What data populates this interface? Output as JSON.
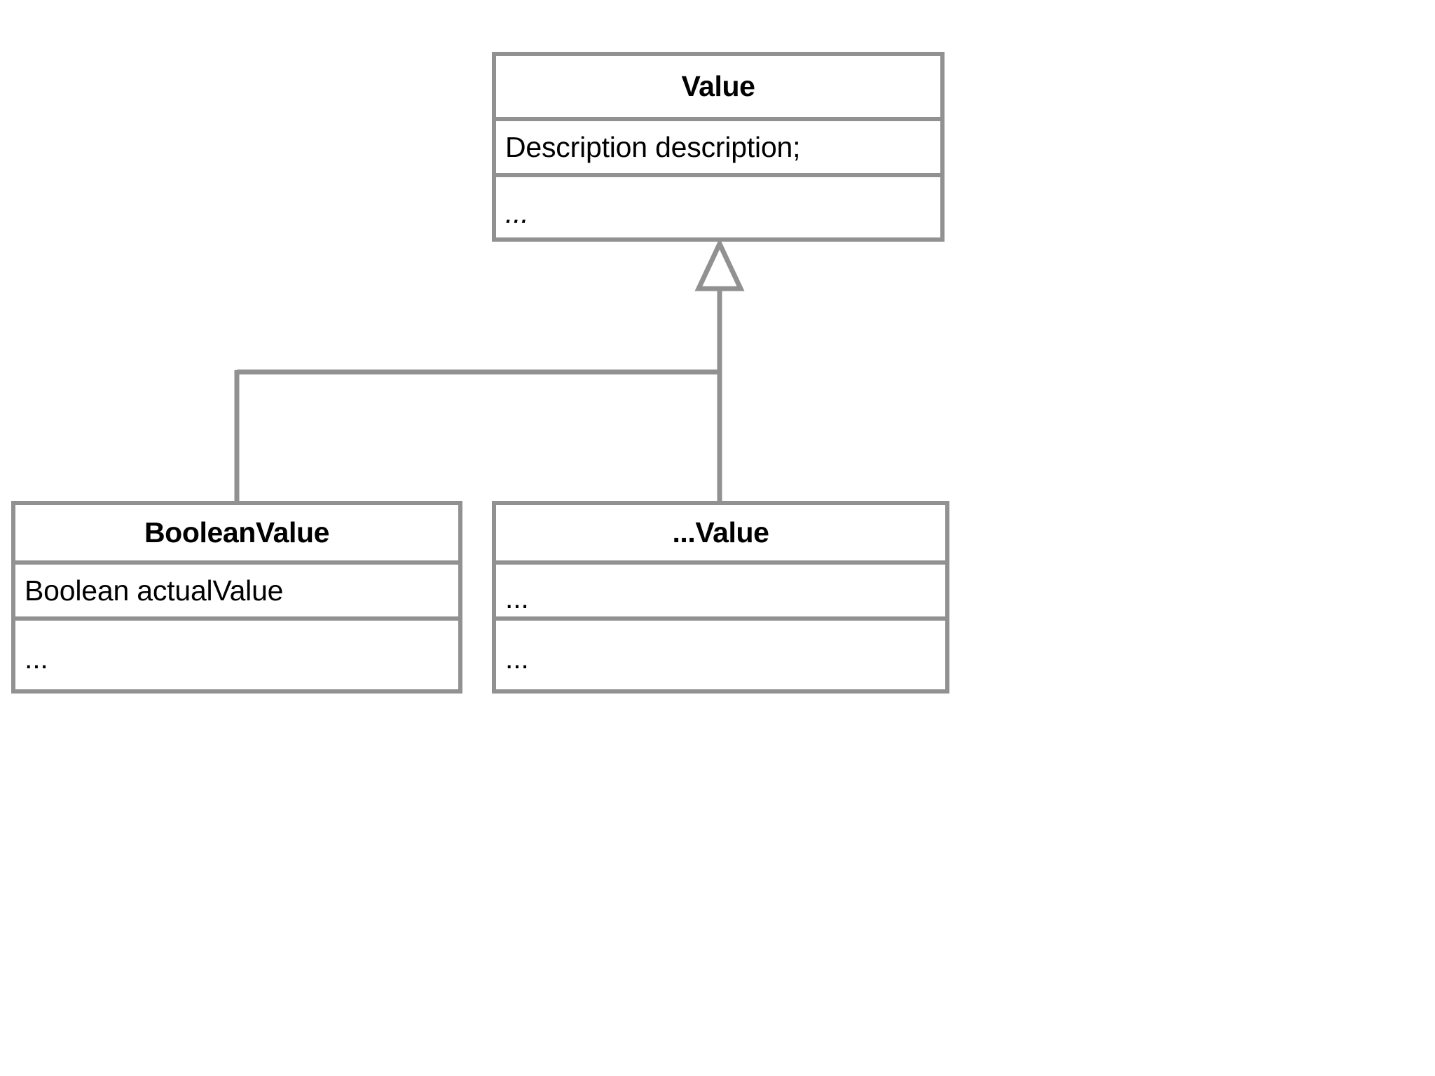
{
  "diagram": {
    "type": "uml-class-diagram",
    "background_color": "#ffffff",
    "line_color": "#919191",
    "text_color": "#000000",
    "classes": [
      {
        "id": "value",
        "name": "Value",
        "attributes": [
          "Description description;"
        ],
        "operations": [
          "..."
        ],
        "operations_style": "italic"
      },
      {
        "id": "booleanvalue",
        "name": "BooleanValue",
        "attributes": [
          "Boolean actualValue"
        ],
        "operations": [
          "..."
        ],
        "operations_style": "normal"
      },
      {
        "id": "othervalue",
        "name": "...Value",
        "attributes": [
          "..."
        ],
        "operations": [
          "..."
        ],
        "operations_style": "normal"
      }
    ],
    "relationships": [
      {
        "kind": "generalization",
        "arrow": "hollow-triangle",
        "from": "booleanvalue",
        "to": "value"
      },
      {
        "kind": "generalization",
        "arrow": "hollow-triangle",
        "from": "othervalue",
        "to": "value"
      }
    ]
  }
}
